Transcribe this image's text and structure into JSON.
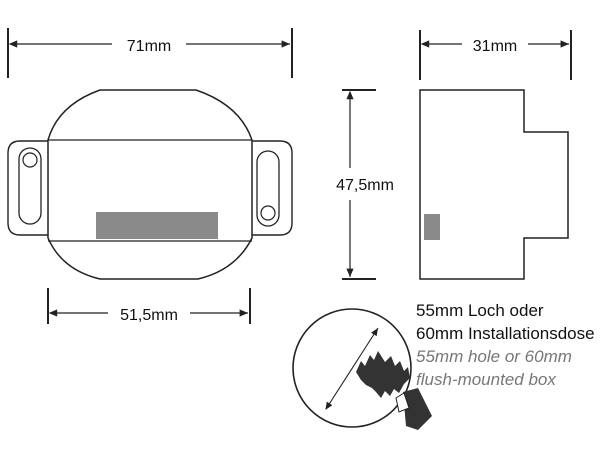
{
  "dimensions": {
    "top_width": "71mm",
    "side_depth": "31mm",
    "height": "47,5mm",
    "bottom_width": "51,5mm"
  },
  "notes": {
    "de_line1": "55mm Loch oder",
    "de_line2": "60mm Installationsdose",
    "en_line1": "55mm hole or 60mm",
    "en_line2": "flush-mounted box"
  },
  "colors": {
    "outline": "#222222",
    "body_fill": "#ffffff",
    "label_fill": "#8a8a8a",
    "dark_part": "#333333"
  }
}
